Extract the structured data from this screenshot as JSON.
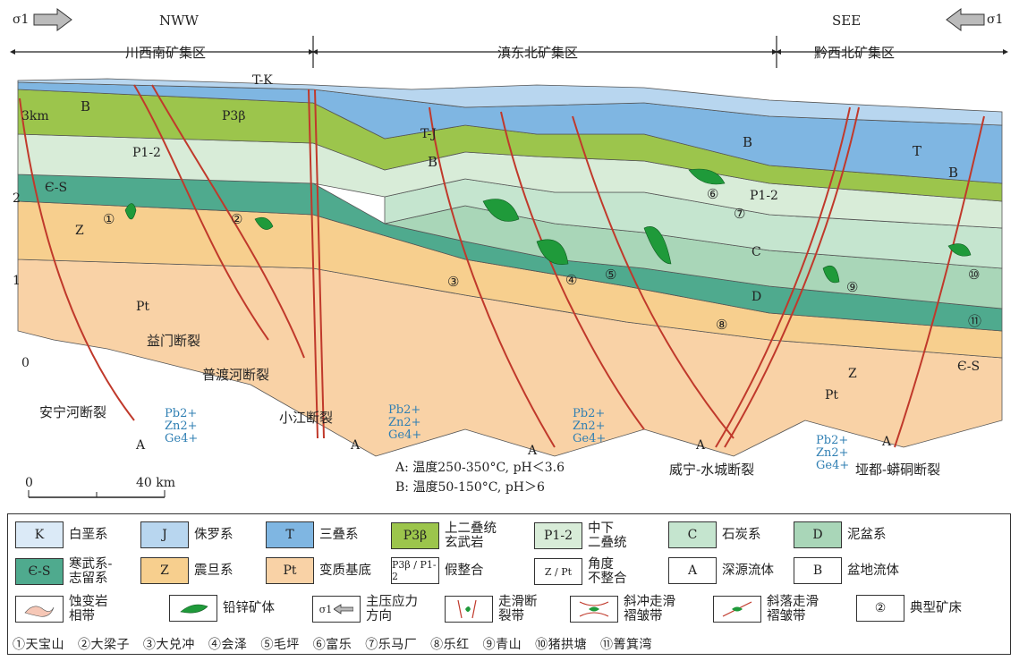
{
  "stress": {
    "symbol": "σ1"
  },
  "directions": {
    "left": "NWW",
    "right": "SEE"
  },
  "regions": {
    "left": "川西南矿集区",
    "center": "滇东北矿集区",
    "right": "黔西北矿集区"
  },
  "scale_axis": {
    "ticks": [
      "3km",
      "2",
      "1",
      "0"
    ]
  },
  "unit_labels": {
    "B": "B",
    "P3b": "P3β",
    "P12": "P1-2",
    "CS": "Є-S",
    "Z": "Z",
    "Pt": "Pt",
    "TK": "T-K",
    "TJ": "T-J",
    "T": "T",
    "C": "C",
    "D": "D"
  },
  "deposit_markers": [
    "①",
    "②",
    "③",
    "④",
    "⑤",
    "⑥",
    "⑦",
    "⑧",
    "⑨",
    "⑩",
    "⑪"
  ],
  "faults": {
    "anning": "安宁河断裂",
    "yimen": "益门断裂",
    "puduhe": "普渡河断裂",
    "xiaojiang": "小江断裂",
    "weining": "威宁-水城断裂",
    "yadu": "垭都-蟒硐断裂"
  },
  "fluid_source": "A",
  "ions": [
    "Pb2+",
    "Zn2+",
    "Ge4+"
  ],
  "notes": {
    "A": "A:  温度250-350°C, pH＜3.6",
    "B": "B:  温度50-150°C, pH＞6"
  },
  "scale_bar": {
    "start": "0",
    "end": "40 km"
  },
  "legend": [
    {
      "code": "K",
      "label": "白垩系",
      "color": "#dbeaf7"
    },
    {
      "code": "J",
      "label": "侏罗系",
      "color": "#b8d6ef"
    },
    {
      "code": "T",
      "label": "三叠系",
      "color": "#7fb6e2"
    },
    {
      "code": "P3β",
      "label": "上二叠统\n玄武岩",
      "color": "#9cc54c"
    },
    {
      "code": "P1-2",
      "label": "中下\n二叠统",
      "color": "#d8ecd8"
    },
    {
      "code": "C",
      "label": "石炭系",
      "color": "#c5e5cf"
    },
    {
      "code": "D",
      "label": "泥盆系",
      "color": "#a9d6b8"
    },
    {
      "code": "Є-S",
      "label": "寒武系-\n志留系",
      "color": "#4faa8e"
    },
    {
      "code": "Z",
      "label": "震旦系",
      "color": "#f7cf8e"
    },
    {
      "code": "Pt",
      "label": "变质基底",
      "color": "#f9d2a6"
    },
    {
      "code": "P3β / P1-2",
      "label": "假整合",
      "color": "#ffffff"
    },
    {
      "code": "Z / Pt",
      "label": "角度\n不整合",
      "color": "#ffffff"
    },
    {
      "code": "A",
      "label": "深源流体",
      "color": "#ffffff"
    },
    {
      "code": "B",
      "label": "盆地流体",
      "color": "#ffffff"
    },
    {
      "code": "",
      "label": "蚀变岩\n相带",
      "color": "#ffffff"
    },
    {
      "code": "",
      "label": "铅锌矿体",
      "color": "#ffffff"
    },
    {
      "code": "σ1",
      "label": "主压应力\n方向",
      "color": "#ffffff"
    },
    {
      "code": "",
      "label": "走滑断\n裂带",
      "color": "#ffffff"
    },
    {
      "code": "",
      "label": "斜冲走滑\n褶皱带",
      "color": "#ffffff"
    },
    {
      "code": "",
      "label": "斜落走滑\n褶皱带",
      "color": "#ffffff"
    },
    {
      "code": "②",
      "label": "典型矿床",
      "color": "#ffffff"
    }
  ],
  "deposits": [
    "①天宝山",
    "②大梁子",
    "③大兑冲",
    "④会泽",
    "⑤毛坪",
    "⑥富乐",
    "⑦乐马厂",
    "⑧乐红",
    "⑨青山",
    "⑩猪拱塘",
    "⑪箐箕湾"
  ],
  "palette": {
    "fault": "#c0392b",
    "fluidA": "#2e8fc9",
    "fluidB": "#c2185b",
    "ore": "#1f9a3a"
  }
}
